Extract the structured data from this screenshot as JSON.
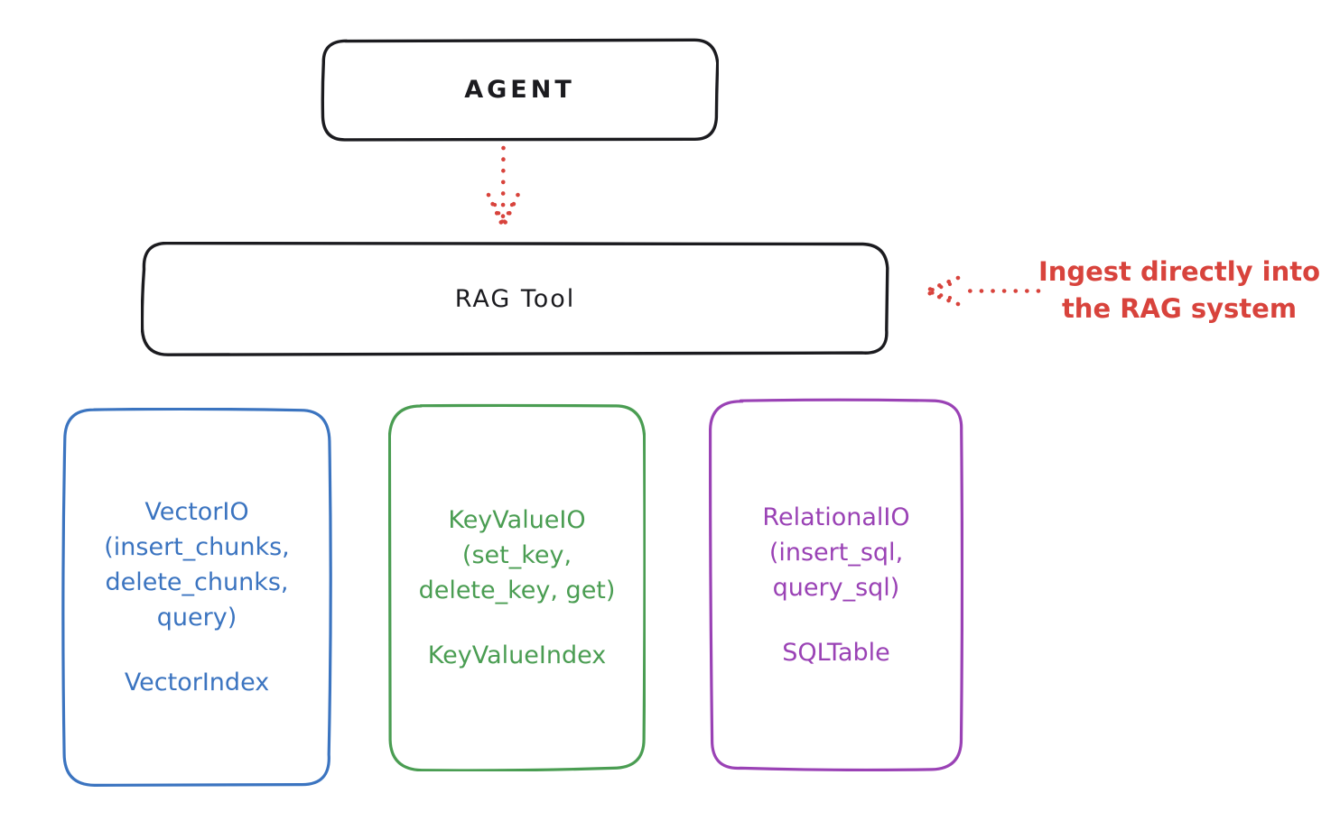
{
  "canvas": {
    "background": "#ffffff"
  },
  "colors": {
    "ink": "#1b1b1f",
    "red": "#d8433c",
    "blue": "#3b74c0",
    "green": "#4a9d52",
    "purple": "#9a42b5"
  },
  "nodes": {
    "agent": {
      "label": "AGENT"
    },
    "rag_tool": {
      "label": "RAG Tool"
    },
    "cards": [
      {
        "id": "vector-io",
        "color": "#3b74c0",
        "body": "VectorIO\n(insert_chunks,\ndelete_chunks,\nquery)",
        "index": "VectorIndex"
      },
      {
        "id": "key-value-io",
        "color": "#4a9d52",
        "body": "KeyValueIO\n(set_key,\ndelete_key, get)",
        "index": "KeyValueIndex"
      },
      {
        "id": "relational-io",
        "color": "#9a42b5",
        "body": "RelationalIO\n(insert_sql,\nquery_sql)",
        "index": "SQLTable"
      }
    ]
  },
  "annotation": {
    "text": "Ingest directly into\nthe RAG system",
    "color": "#d8433c"
  },
  "edges": [
    {
      "from": "agent",
      "to": "rag_tool",
      "style": "dotted",
      "color": "#d8433c"
    },
    {
      "from": "annotation",
      "to": "rag_tool",
      "style": "dotted",
      "color": "#d8433c"
    }
  ]
}
